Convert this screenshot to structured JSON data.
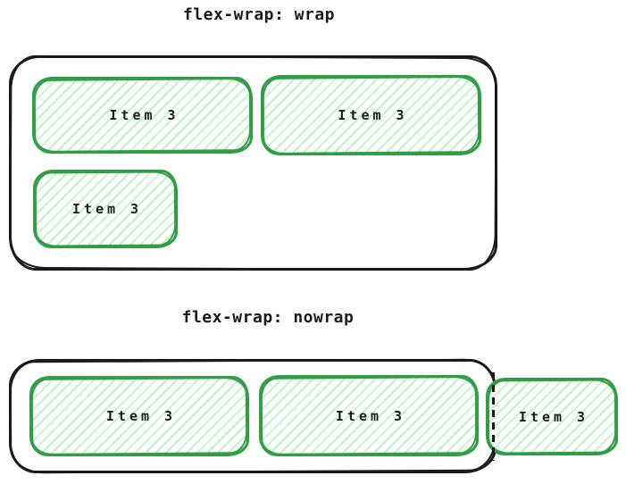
{
  "colors": {
    "ink": "#1b1b1b",
    "item_stroke": "#2f9e44",
    "item_hatch": "#b2f2bb",
    "background": "#ffffff"
  },
  "sections": [
    {
      "id": "wrap",
      "title": "flex-wrap: wrap",
      "items": [
        {
          "label": "Item 3"
        },
        {
          "label": "Item 3"
        },
        {
          "label": "Item 3"
        }
      ]
    },
    {
      "id": "nowrap",
      "title": "flex-wrap: nowrap",
      "items": [
        {
          "label": "Item 3"
        },
        {
          "label": "Item 3"
        },
        {
          "label": "Item 3"
        }
      ]
    }
  ]
}
